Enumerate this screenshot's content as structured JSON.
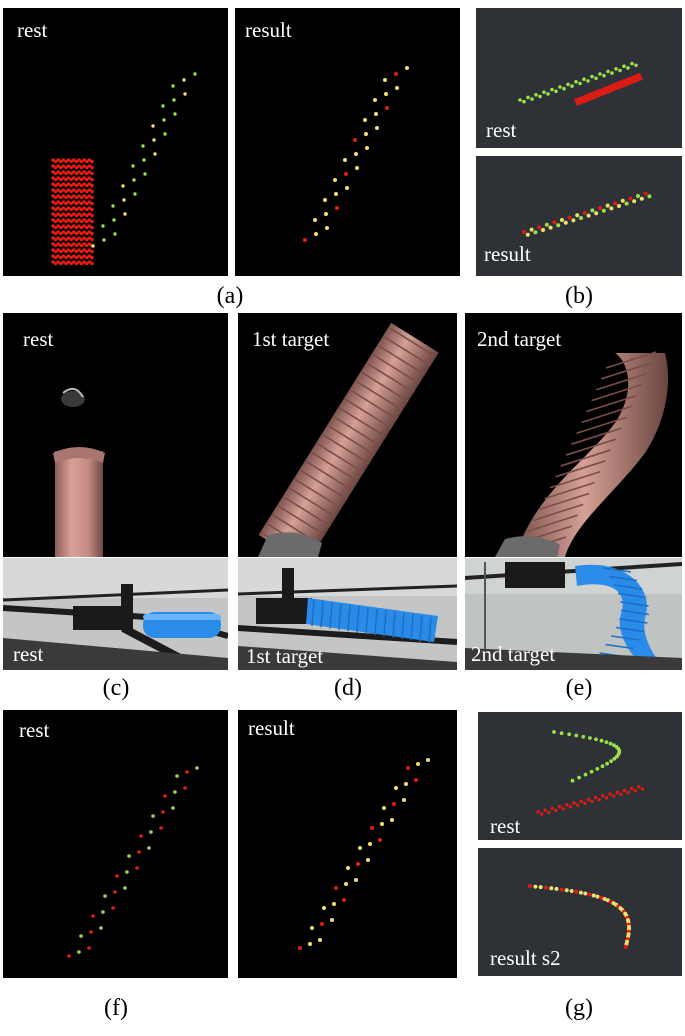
{
  "panels": {
    "a": {
      "left_label": "rest",
      "right_label": "result",
      "caption": "(a)"
    },
    "b": {
      "top_label": "rest",
      "bottom_label": "result",
      "caption": "(b)"
    },
    "c": {
      "sim_label": "rest",
      "real_label": "rest",
      "caption": "(c)"
    },
    "d": {
      "sim_label": "1st target",
      "real_label": "1st target",
      "caption": "(d)"
    },
    "e": {
      "sim_label": "2nd target",
      "real_label": "2nd target",
      "caption": "(e)"
    },
    "f": {
      "left_label": "rest",
      "right_label": "result",
      "caption": "(f)"
    },
    "g": {
      "top_label": "rest",
      "bottom_label": "result s2",
      "caption": "(g)"
    }
  },
  "colors": {
    "marker_red": "#e01b14",
    "marker_green": "#9be04a",
    "marker_yellow": "#f2e070",
    "tube_pink": "#c98c83",
    "robot_blue": "#2b8be8"
  }
}
